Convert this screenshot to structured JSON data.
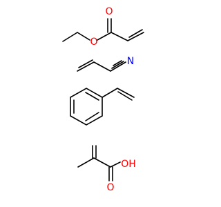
{
  "colors": {
    "bond": "#000000",
    "oxygen": "#ff0000",
    "nitrogen": "#0000ff",
    "background": "#ffffff"
  },
  "molecules": [
    {
      "name": "ethyl-acrylate",
      "atoms": {
        "carbonyl_o": "O",
        "ester_o": "O"
      }
    },
    {
      "name": "acrylonitrile",
      "atoms": {
        "nitrogen": "N"
      }
    },
    {
      "name": "styrene",
      "atoms": {}
    },
    {
      "name": "methacrylic-acid",
      "atoms": {
        "hydroxyl": "OH",
        "carbonyl_o": "O"
      }
    }
  ]
}
